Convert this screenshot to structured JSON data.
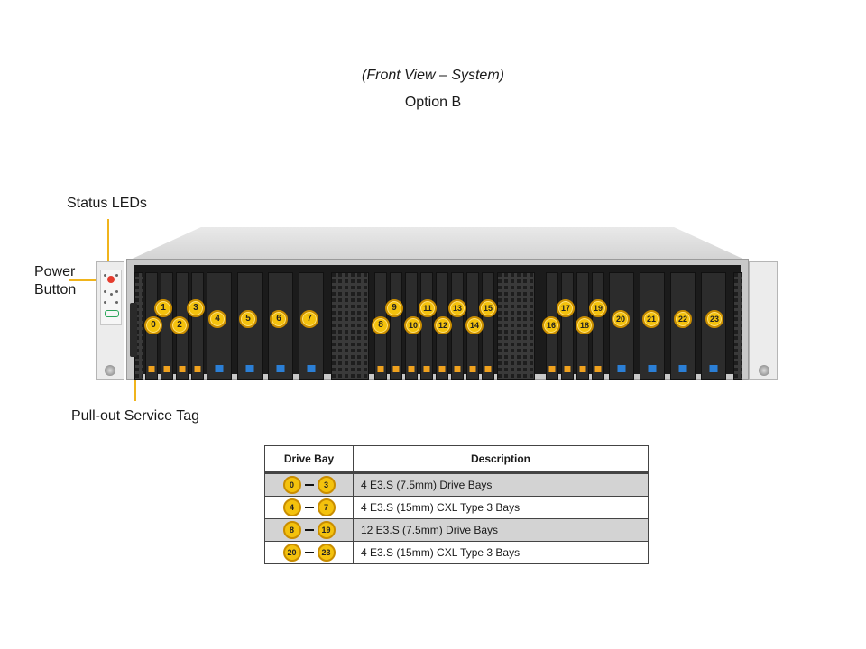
{
  "header": {
    "title": "(Front View – System)",
    "subtitle": "Option B"
  },
  "callouts": {
    "status_leds": "Status LEDs",
    "power_button_line1": "Power",
    "power_button_line2": "Button",
    "service_tag": "Pull-out Service Tag"
  },
  "colors": {
    "leader": "#f0b41c",
    "badge_fill": "#f4c20d",
    "badge_ring": "#c98d00",
    "tab_7_5mm": "#f0a21e",
    "tab_15mm": "#2b7fd6",
    "shaded_row": "#d3d3d3"
  },
  "bays": {
    "labels": [
      "0",
      "1",
      "2",
      "3",
      "4",
      "5",
      "6",
      "7",
      "8",
      "9",
      "10",
      "11",
      "12",
      "13",
      "14",
      "15",
      "16",
      "17",
      "18",
      "19",
      "20",
      "21",
      "22",
      "23"
    ]
  },
  "table": {
    "headers": [
      "Drive Bay",
      "Description"
    ],
    "rows": [
      {
        "from": "0",
        "to": "3",
        "description": "4 E3.S (7.5mm) Drive Bays",
        "shaded": true
      },
      {
        "from": "4",
        "to": "7",
        "description": "4 E3.S (15mm) CXL Type 3 Bays",
        "shaded": false
      },
      {
        "from": "8",
        "to": "19",
        "description": "12 E3.S (7.5mm) Drive Bays",
        "shaded": true
      },
      {
        "from": "20",
        "to": "23",
        "description": "4 E3.S (15mm) CXL Type 3 Bays",
        "shaded": false
      }
    ]
  }
}
